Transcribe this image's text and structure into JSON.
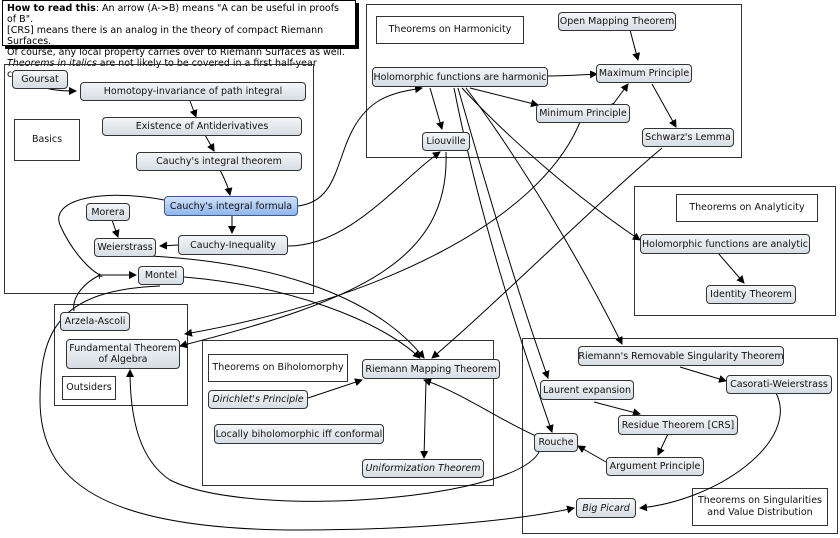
{
  "legend": {
    "line1_bold": "How to read this",
    "line1_rest": ": An arrow (A->B) means \"A can be useful in proofs of B\".",
    "line2": "[CRS] means there is an analog in the theory of compact Riemann Surfaces.",
    "line3": "Of course, any local property carries over to Riemann Surfaces as well.",
    "line4_italic": "Theorems in italics",
    "line4_rest": " are not likely to be covered in a first half-year course."
  },
  "groups": {
    "basics": "Basics",
    "harmonicity": "Theorems on Harmonicity",
    "analyticity": "Theorems on Analyticity",
    "outsiders": "Outsiders",
    "biholomorphy": "Theorems on Biholomorphy",
    "singularities": "Theorems on Singularities and Value Distribution"
  },
  "nodes": {
    "goursat": "Goursat",
    "homotopy": "Homotopy-invariance of path integral",
    "antiderivatives": "Existence of Antiderivatives",
    "cauchy_theorem": "Cauchy's integral theorem",
    "cauchy_formula": "Cauchy's integral formula",
    "morera": "Morera",
    "weierstrass": "Weierstrass",
    "cauchy_inequality": "Cauchy-Inequality",
    "montel": "Montel",
    "arzela": "Arzela-Ascoli",
    "fta": "Fundamental Theorem of Algebra",
    "harmonic": "Holomorphic functions are harmonic",
    "liouville": "Liouville",
    "open_mapping": "Open Mapping Theorem",
    "maximum": "Maximum Principle",
    "minimum": "Minimum Principle",
    "schwarz": "Schwarz's Lemma",
    "analytic": "Holomorphic functions are analytic",
    "identity": "Identity Theorem",
    "riemann_mapping": "Riemann Mapping Theorem",
    "dirichlet": "Dirichlet's Principle",
    "locally_biholomorphic": "Locally biholomorphic iff conformal",
    "uniformization": "Uniformization Theorem",
    "removable": "Riemann's Removable Singularity Theorem",
    "casorati": "Casorati-Weierstrass",
    "laurent": "Laurent expansion",
    "residue": "Residue Theorem [CRS]",
    "rouche": "Rouche",
    "argument": "Argument Principle",
    "big_picard": "Big Picard"
  },
  "junction_mark": "+"
}
